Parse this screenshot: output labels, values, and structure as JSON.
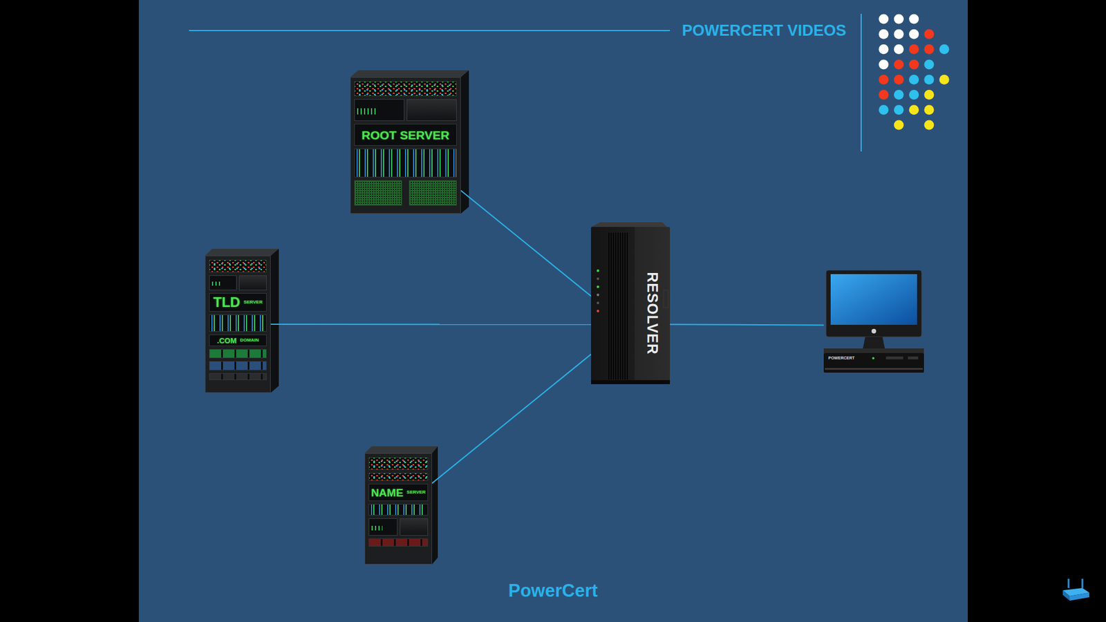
{
  "diagram": {
    "nodes": [
      {
        "text": [
          "ROOT SERVER"
        ]
      },
      {
        "text": [
          "TLD",
          "SERVER",
          ".COM",
          "DOMAIN"
        ]
      },
      {
        "text": [
          "NAME",
          "SERVER"
        ]
      },
      {
        "text": [
          "RESOLVER"
        ]
      },
      {
        "text": [
          "POWERCERT"
        ]
      }
    ],
    "edges": [
      {
        "from": 0,
        "to": 3,
        "arrow": "none"
      },
      {
        "from": 1,
        "to": 3,
        "arrow": "none"
      },
      {
        "from": 2,
        "to": 3,
        "arrow": "none"
      },
      {
        "from": 3,
        "to": 4,
        "arrow": "none"
      }
    ],
    "labels": [
      "POWERCERT VIDEOS",
      "PowerCert"
    ]
  }
}
